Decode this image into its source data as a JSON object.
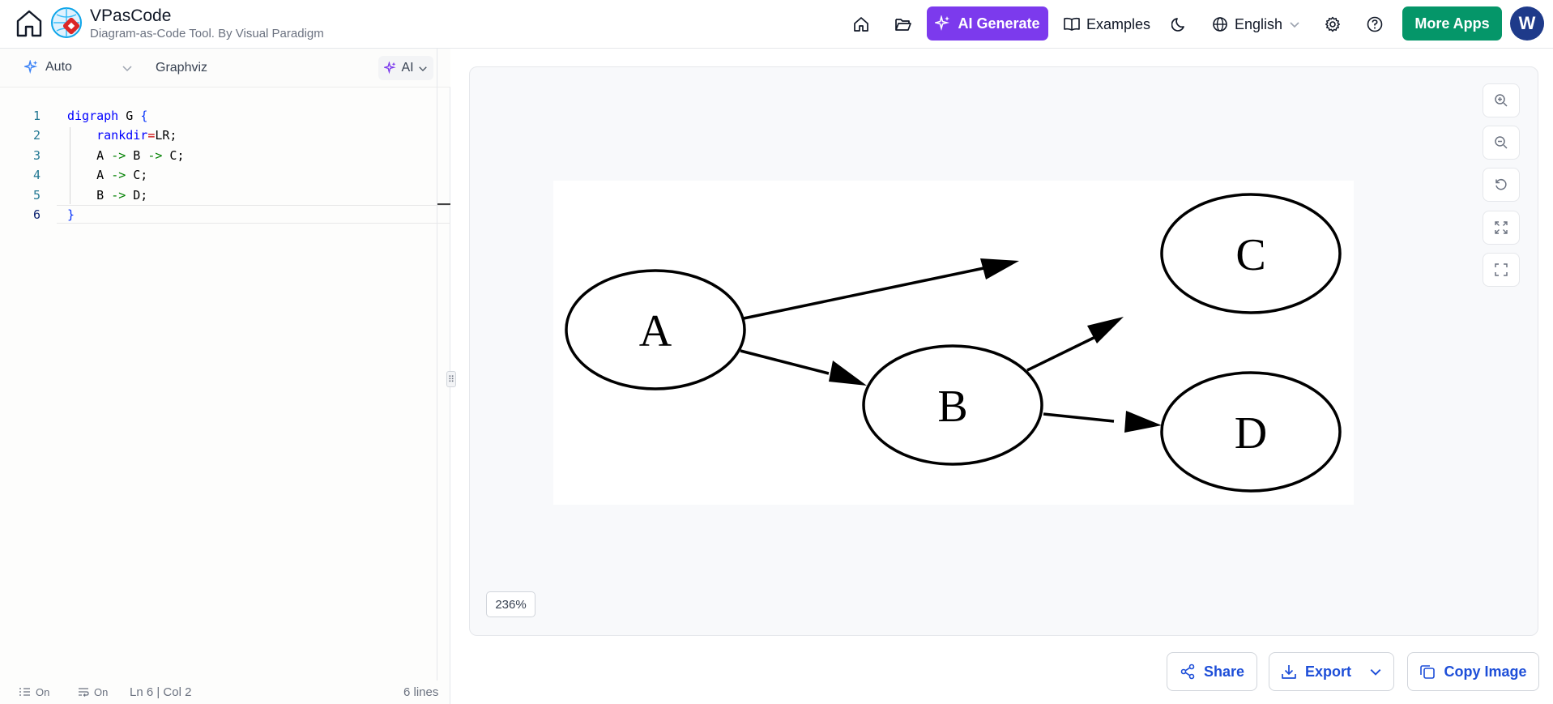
{
  "header": {
    "app_name": "VPasCode",
    "subtitle": "Diagram-as-Code Tool. By Visual Paradigm",
    "ai_generate_label": "AI Generate",
    "examples_label": "Examples",
    "language_label": "English",
    "more_apps_label": "More Apps",
    "avatar_initial": "W",
    "icons": [
      "home-icon",
      "folder-open-icon",
      "sparkle-icon",
      "book-icon",
      "moon-icon",
      "globe-icon",
      "gear-icon",
      "help-icon"
    ]
  },
  "editor": {
    "mode_label": "Auto",
    "diagram_language": "Graphviz",
    "ai_label": "AI",
    "line_numbers": [
      "1",
      "2",
      "3",
      "4",
      "5",
      "6"
    ],
    "code_lines": [
      "digraph G {",
      "    rankdir=LR;",
      "    A -> B -> C;",
      "    A -> C;",
      "    B -> D;",
      "}"
    ],
    "status": {
      "line_numbers_toggle": "On",
      "word_wrap_toggle": "On",
      "cursor": "Ln 6 | Col 2",
      "line_count": "6 lines"
    }
  },
  "preview": {
    "zoom_level": "236%",
    "nodes": [
      "A",
      "B",
      "C",
      "D"
    ],
    "edges": [
      [
        "A",
        "B"
      ],
      [
        "B",
        "C"
      ],
      [
        "A",
        "C"
      ],
      [
        "B",
        "D"
      ]
    ],
    "zoom_controls": [
      "zoom-in-icon",
      "zoom-out-icon",
      "reset-icon",
      "fit-icon",
      "fullscreen-icon"
    ]
  },
  "actions": {
    "share_label": "Share",
    "export_label": "Export",
    "copy_image_label": "Copy Image"
  },
  "colors": {
    "ai_purple": "#7c3aed",
    "more_apps_green": "#059669",
    "action_blue": "#1d4ed8",
    "avatar_navy": "#1e3a8a"
  }
}
